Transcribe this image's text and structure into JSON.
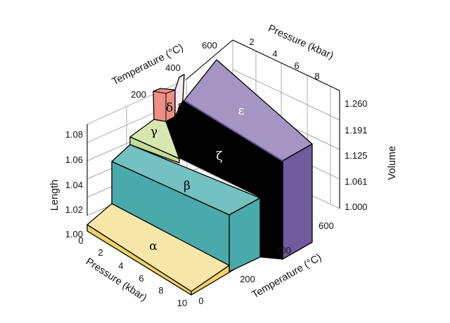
{
  "axes": {
    "front_pressure": {
      "title": "Pressure (kbar)",
      "ticks": [
        "0",
        "2",
        "4",
        "6",
        "8",
        "10"
      ]
    },
    "front_temperature": {
      "title": "Temperature (°C)",
      "ticks": [
        "0",
        "200",
        "400",
        "600"
      ]
    },
    "back_pressure": {
      "title": "Pressure (kbar)",
      "ticks": [
        "2",
        "4",
        "6",
        "8"
      ]
    },
    "back_temperature": {
      "title": "Temperature (°C)",
      "ticks": [
        "200",
        "400",
        "600"
      ]
    },
    "length": {
      "title": "Length",
      "ticks": [
        "1.00",
        "1.02",
        "1.04",
        "1.06",
        "1.08"
      ]
    },
    "volume": {
      "title": "Volume",
      "ticks": [
        "1.000",
        "1.061",
        "1.125",
        "1.191",
        "1.260"
      ]
    }
  },
  "phases": {
    "alpha": "α",
    "beta": "β",
    "gamma": "γ",
    "delta": "δ",
    "delta_prime": "δ′",
    "epsilon": "ε",
    "zeta": "ζ"
  },
  "colors": {
    "alpha_top": "#f8e7a8",
    "alpha_side": "#efd463",
    "beta_top": "#74c1c1",
    "beta_front": "#4aa9aa",
    "gamma_top": "#d8e6b0",
    "gamma_side": "#c6dc98",
    "delta": "#ec8f86",
    "delta_prime": "#f6ebec",
    "epsilon_top": "#a595c2",
    "epsilon_side": "#6f5b9e",
    "zeta": "#000000"
  }
}
